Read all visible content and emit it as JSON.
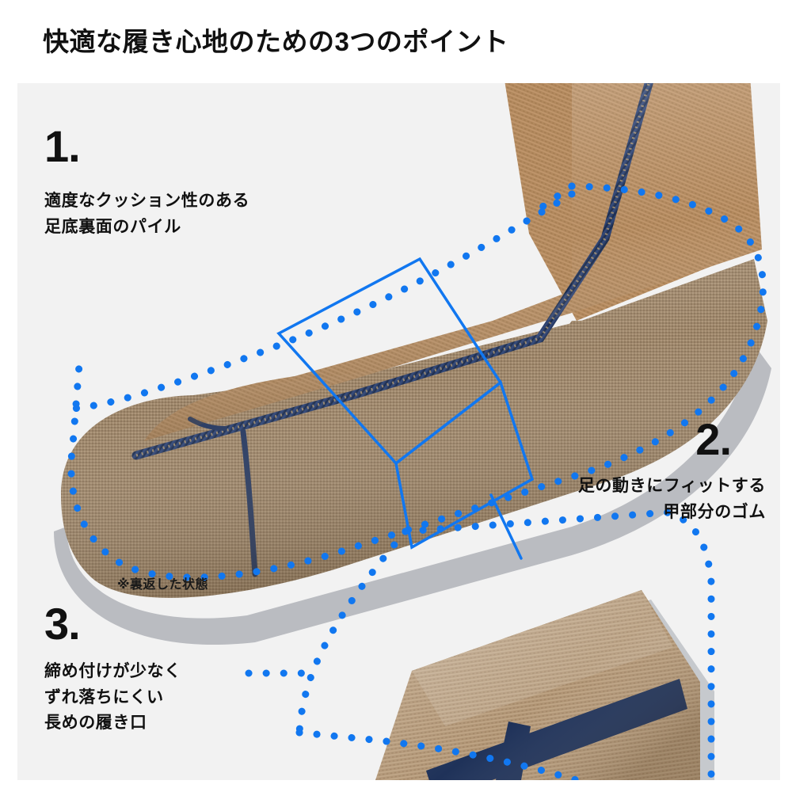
{
  "header": {
    "title": "快適な履き心地のための3つのポイント"
  },
  "colors": {
    "accent_blue": "#1177f0",
    "panel_background": "#f2f2f2",
    "page_background": "#ffffff",
    "text": "#111111",
    "sock_knit_tan": "#b2895e",
    "sock_pile_beige": "#9c8467",
    "sock_seam_navy": "#23355f",
    "sock_cuff_tan": "#b39676",
    "shadow_gray": "#8f949c"
  },
  "points": [
    {
      "number": "1.",
      "lines": [
        "適度なクッション性のある",
        "足底裏面のパイル"
      ],
      "marker": "rectangle-outline"
    },
    {
      "number": "2.",
      "lines": [
        "足の動きにフィットする",
        "甲部分のゴム"
      ],
      "marker": "leader-line"
    },
    {
      "number": "3.",
      "lines": [
        "締め付けが少なく",
        "ずれ落ちにくい",
        "長めの履き口"
      ],
      "marker": "dotted-leader"
    }
  ],
  "annotations": {
    "photo_note": "※裏返した状態"
  },
  "images": {
    "main_sock": "sock-inside-out-foot-photo",
    "cuff_sock": "sock-cuff-opening-photo"
  }
}
